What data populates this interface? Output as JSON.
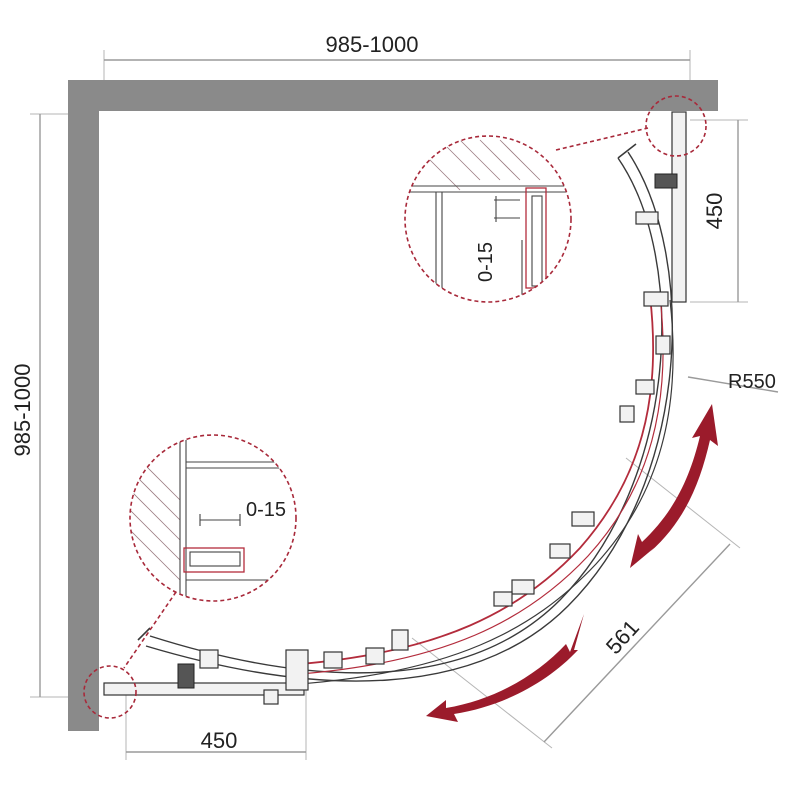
{
  "dimensions": {
    "top_width": "985-1000",
    "left_height": "985-1000",
    "right_offset": "450",
    "bottom_offset": "450",
    "radius": "R550",
    "diagonal_opening": "561",
    "detail_top_gap": "0-15",
    "detail_left_gap": "0-15"
  },
  "colors": {
    "wall": "#8a8a8a",
    "profile": "#b32c3c",
    "arrow": "#9b1b2b",
    "callout": "#a8293a",
    "dimension_line": "#9a9a9a"
  }
}
